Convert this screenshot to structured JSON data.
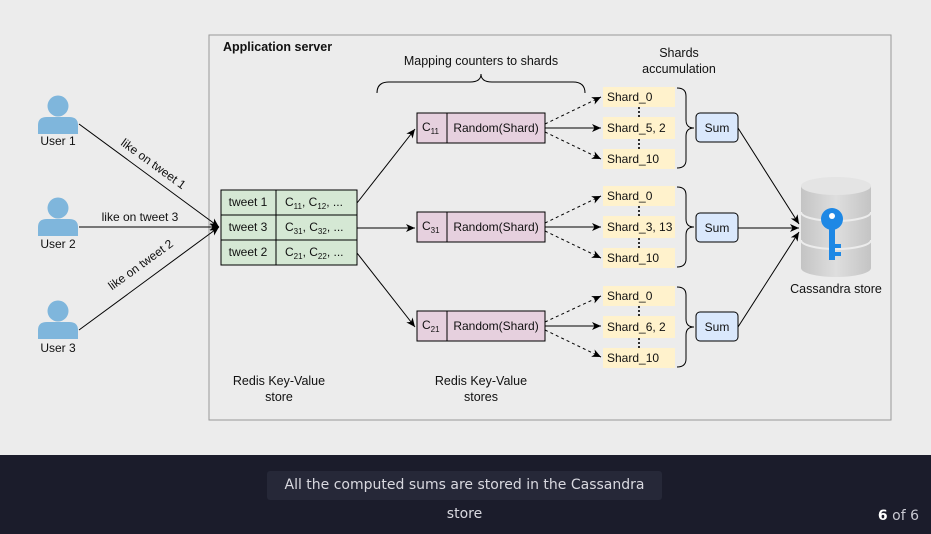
{
  "diagram": {
    "app_server_label": "Application server",
    "mapping_label": "Mapping counters to shards",
    "shards_label_line1": "Shards",
    "shards_label_line2": "accumulation",
    "users": [
      "User 1",
      "User 2",
      "User 3"
    ],
    "edge_labels": [
      "like on tweet 1",
      "like on tweet 3",
      "like on tweet 2"
    ],
    "redis_table": {
      "rows": [
        {
          "key": "tweet 1",
          "c1": "11",
          "c2": "12"
        },
        {
          "key": "tweet 3",
          "c1": "31",
          "c2": "32"
        },
        {
          "key": "tweet 2",
          "c1": "21",
          "c2": "22"
        }
      ],
      "counter_letter": "C",
      "ellipsis": "..."
    },
    "redis_store_label_line1": "Redis Key-Value",
    "redis_store_label_line2": "store",
    "redis_stores_label_line1": "Redis Key-Value",
    "redis_stores_label_line2": "stores",
    "counter_boxes": [
      {
        "c": "C",
        "sub": "11",
        "fn": "Random(Shard)"
      },
      {
        "c": "C",
        "sub": "31",
        "fn": "Random(Shard)"
      },
      {
        "c": "C",
        "sub": "21",
        "fn": "Random(Shard)"
      }
    ],
    "shard_groups": [
      {
        "top": "Shard_0",
        "mid": "Shard_5, 2",
        "bottom": "Shard_10"
      },
      {
        "top": "Shard_0",
        "mid": "Shard_3, 13",
        "bottom": "Shard_10"
      },
      {
        "top": "Shard_0",
        "mid": "Shard_6, 2",
        "bottom": "Shard_10"
      }
    ],
    "sum_label": "Sum",
    "cassandra_label": "Cassandra store",
    "colors": {
      "user_blue": "#7fb6dc",
      "table_green": "#d5e8d4",
      "counter_pink": "#e6d0de",
      "shard_yellow": "#fff2cc",
      "sum_blue": "#dae8fc",
      "key_blue": "#1e88e5"
    }
  },
  "footer": {
    "caption": "All the computed sums are stored in the Cassandra store",
    "page_current": "6",
    "page_sep": " of ",
    "page_total": "6"
  }
}
